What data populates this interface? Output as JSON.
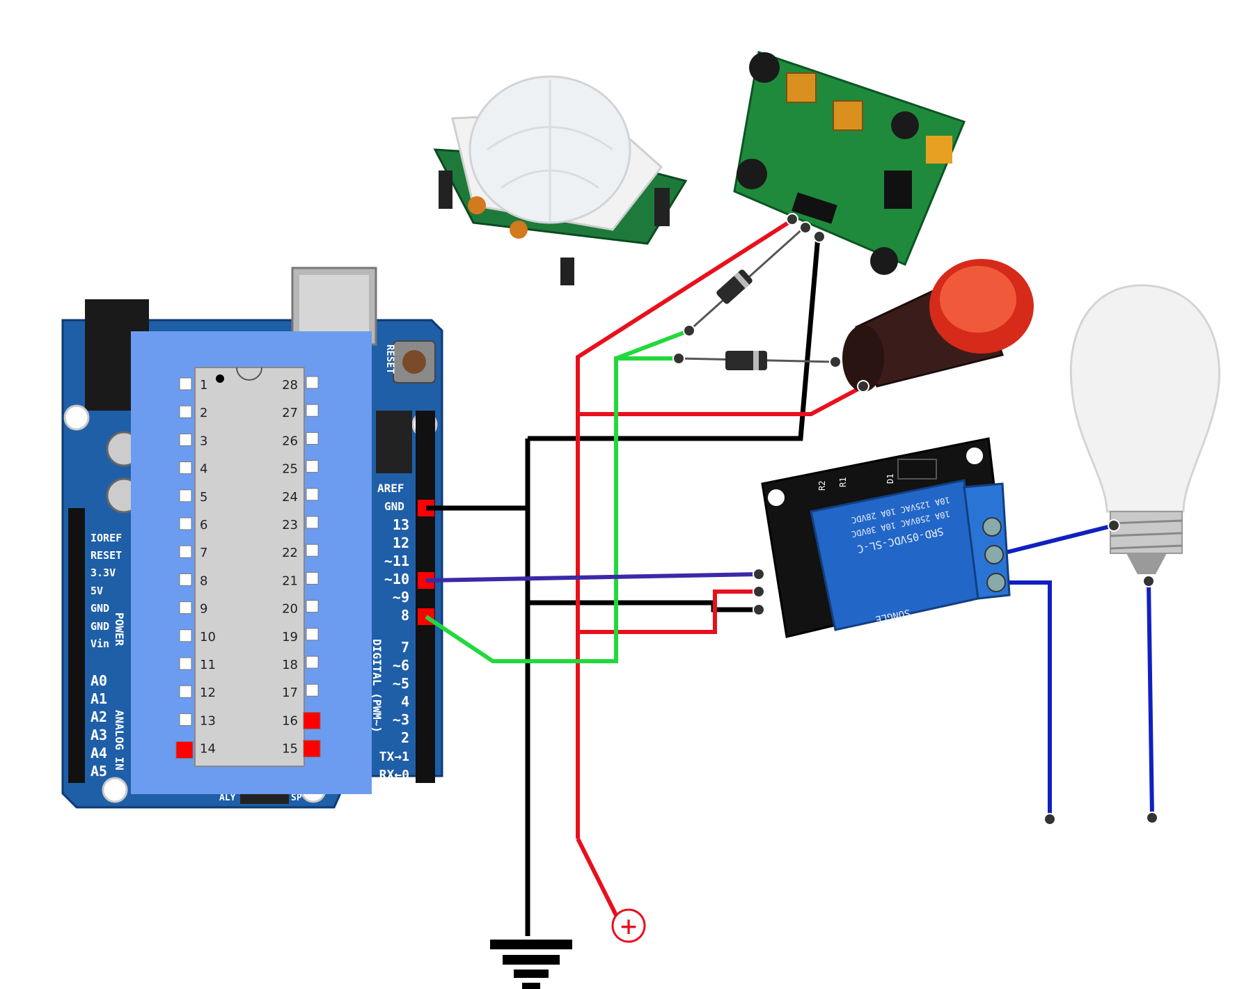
{
  "board": {
    "left_labels": [
      "IOREF",
      "RESET",
      "3.3V",
      "5V",
      "GND",
      "GND",
      "Vin"
    ],
    "power_label": "POWER",
    "analog_labels": [
      "A0",
      "A1",
      "A2",
      "A3",
      "A4",
      "A5"
    ],
    "analog_title": "ANALOG IN",
    "aref": "AREF",
    "gnd": "GND",
    "digital_labels": [
      "13",
      "12",
      "~11",
      "~10",
      "~9",
      "8",
      "7",
      "~6",
      "~5",
      "4",
      "~3",
      "2",
      "TX→1",
      "RX←0"
    ],
    "digital_title": "DIGITAL (PWM~)",
    "reset_text": "RESET",
    "bottom_left": "ALY",
    "bottom_right": "SP"
  },
  "chip": {
    "left_pins": [
      "1",
      "2",
      "3",
      "4",
      "5",
      "6",
      "7",
      "8",
      "9",
      "10",
      "11",
      "12",
      "13",
      "14"
    ],
    "right_pins": [
      "28",
      "27",
      "26",
      "25",
      "24",
      "23",
      "22",
      "21",
      "20",
      "19",
      "18",
      "17",
      "16",
      "15"
    ],
    "highlighted_pins": [
      "14",
      "15",
      "16"
    ]
  },
  "relay": {
    "model": "SRD-05VDC-SL-C",
    "ratings": [
      "10A 250VAC  10A 30VDC",
      "10A 125VAC  10A 28VDC"
    ],
    "brand": "SONGLE",
    "silk": [
      "R2",
      "D1",
      "R1"
    ]
  },
  "supply_symbol": "+",
  "colors": {
    "board": "#1f5fa8",
    "chip_overlay": "#6c9cf0",
    "wire_red": "#e8101c",
    "wire_black": "#000000",
    "wire_green": "#22d93c",
    "wire_purple": "#3a2aa8",
    "wire_blue": "#1020c0",
    "highlight": "#ff0000"
  }
}
